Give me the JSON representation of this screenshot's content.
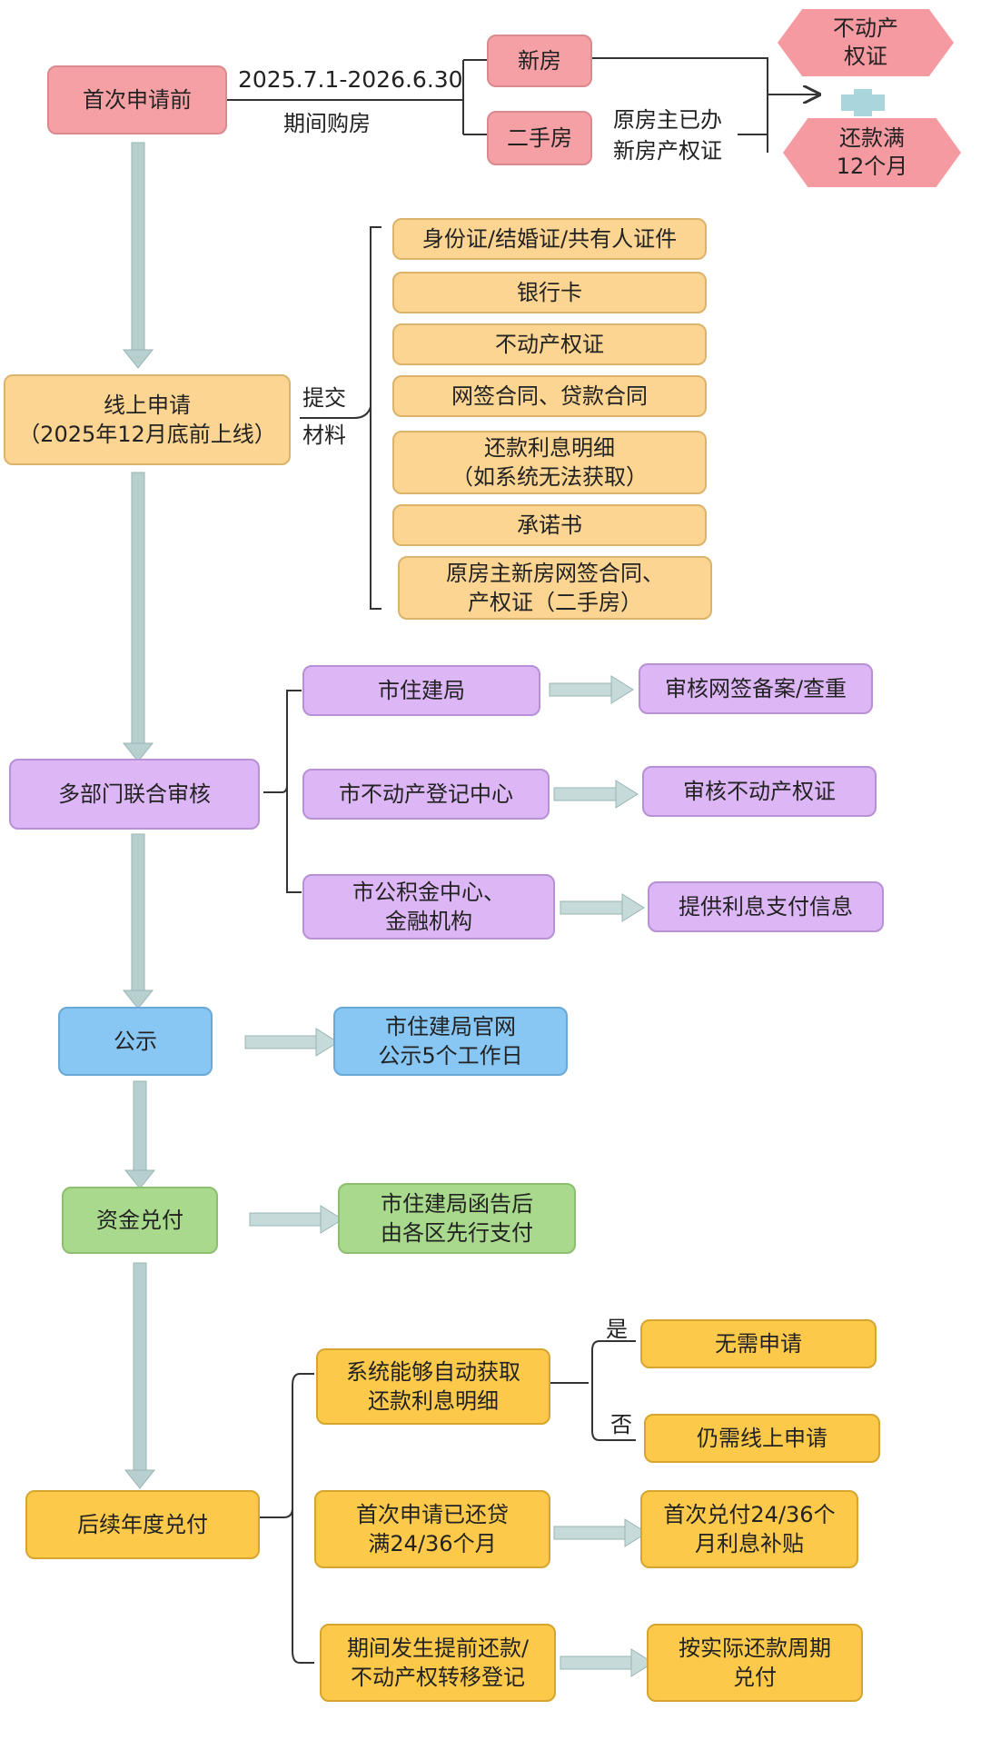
{
  "colors": {
    "pink": "#f5a0a4",
    "peach": "#fcd592",
    "purple": "#dcb6f5",
    "blue": "#88c6f3",
    "green": "#a8d98c",
    "gold": "#fcc94a",
    "arrow": "#b8cfcf"
  },
  "step1": {
    "label": "首次申请前",
    "period": "2025.7.1-2026.6.30",
    "period_sub": "期间购房",
    "new_house": "新房",
    "second_house": "二手房",
    "second_note": "原房主已办\n新房产权证",
    "cond_cert": "不动产\n权证",
    "cond_plus": "+",
    "cond_repay": "还款满\n12个月"
  },
  "step2": {
    "label": "线上申请\n（2025年12月底前上线）",
    "submit": "提交\n材料",
    "materials": [
      "身份证/结婚证/共有人证件",
      "银行卡",
      "不动产权证",
      "网签合同、贷款合同",
      "还款利息明细\n（如系统无法获取）",
      "承诺书",
      "原房主新房网签合同、\n产权证（二手房）"
    ]
  },
  "step3": {
    "label": "多部门联合审核",
    "depts": [
      "市住建局",
      "市不动产登记中心",
      "市公积金中心、\n金融机构"
    ],
    "tasks": [
      "审核网签备案/查重",
      "审核不动产权证",
      "提供利息支付信息"
    ]
  },
  "step4": {
    "label": "公示",
    "detail": "市住建局官网\n公示5个工作日"
  },
  "step5": {
    "label": "资金兑付",
    "detail": "市住建局函告后\n由各区先行支付"
  },
  "step6": {
    "label": "后续年度兑付",
    "auto": "系统能够自动获取\n还款利息明细",
    "yes": "是",
    "no": "否",
    "yes_result": "无需申请",
    "no_result": "仍需线上申请",
    "case2": "首次申请已还贷\n满24/36个月",
    "case2_result": "首次兑付24/36个\n月利息补贴",
    "case3": "期间发生提前还款/\n不动产权转移登记",
    "case3_result": "按实际还款周期\n兑付"
  }
}
